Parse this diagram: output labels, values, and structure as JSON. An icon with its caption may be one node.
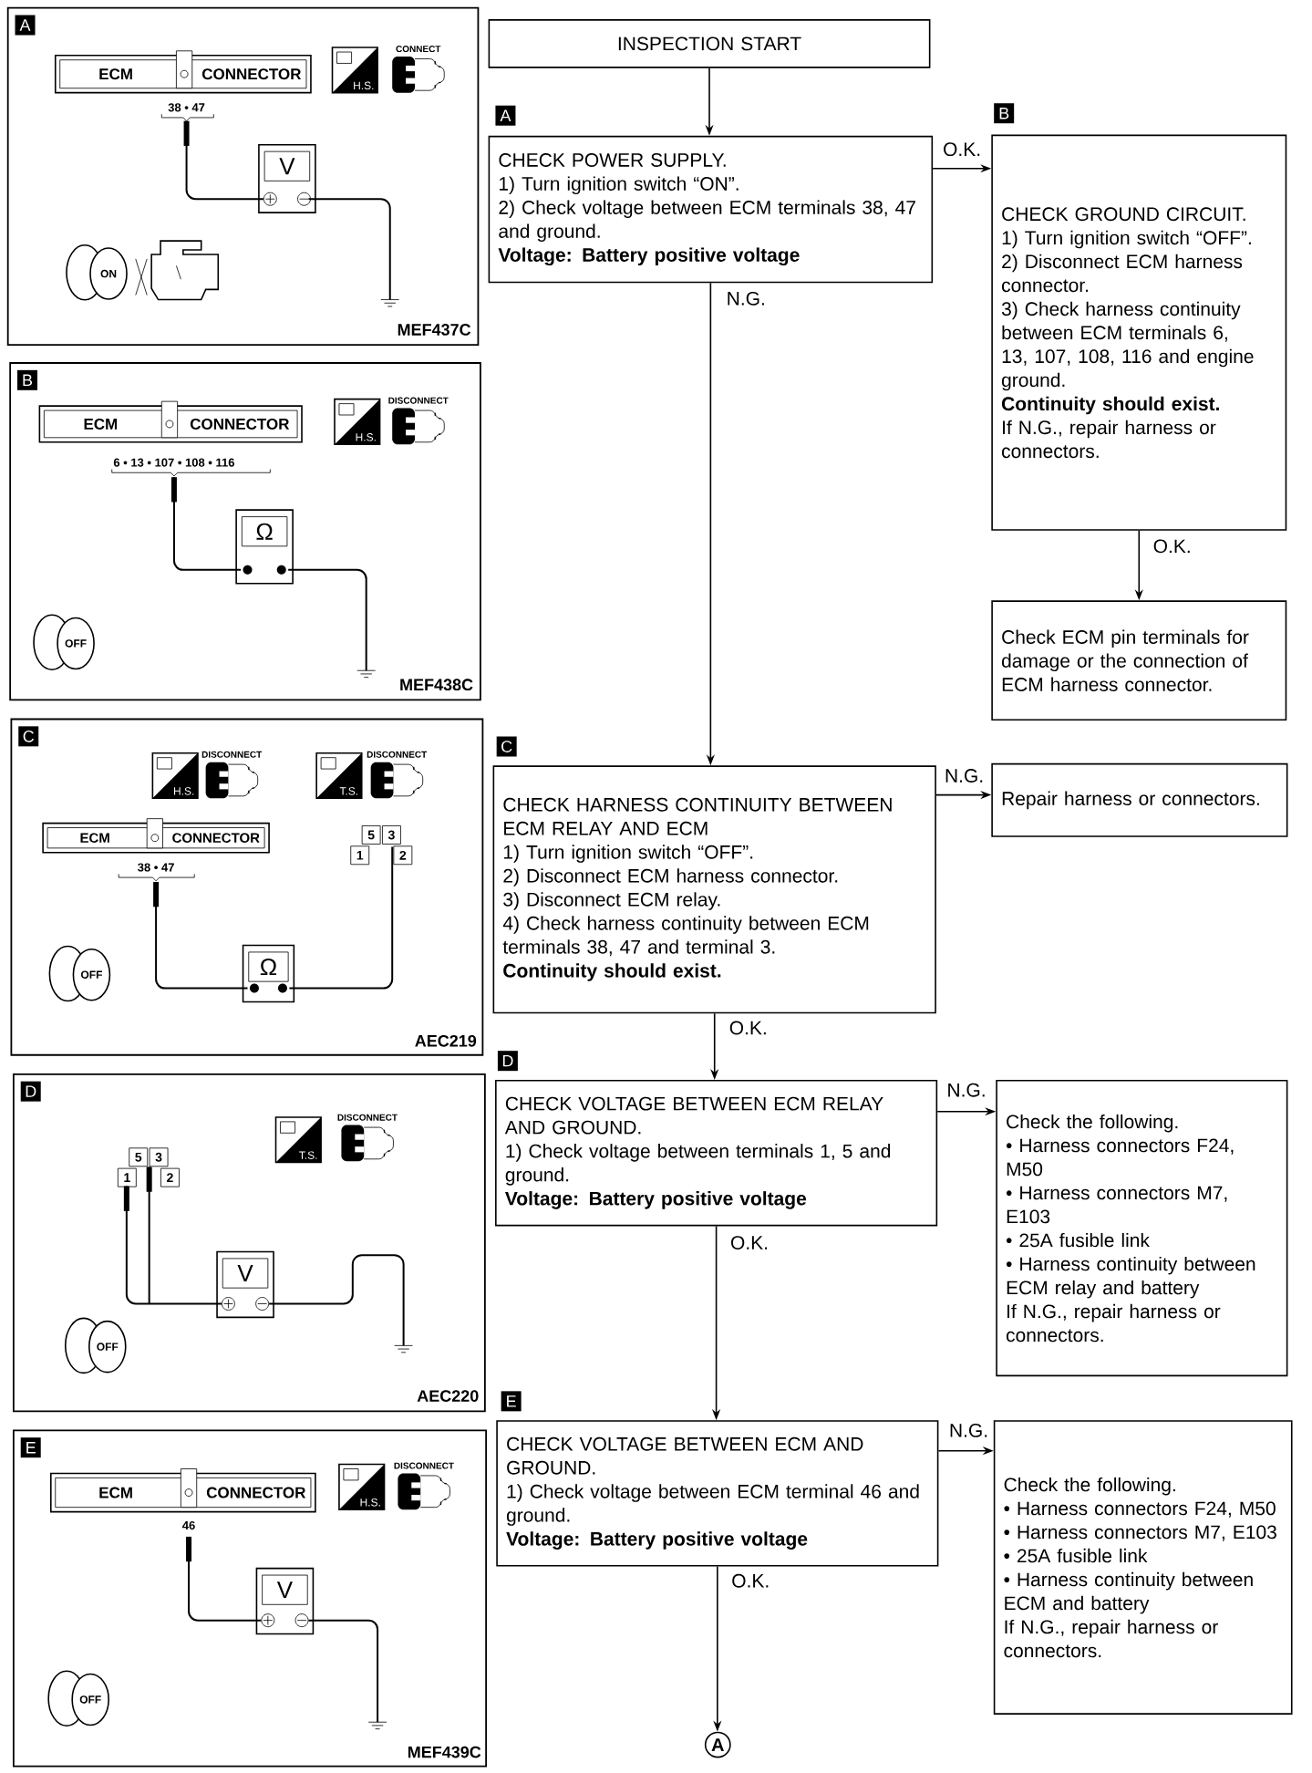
{
  "diagram": {
    "nodes": [
      {
        "text": [
          "INSPECTION START"
        ]
      },
      {
        "text": [
          "CHECK POWER SUPPLY.",
          "1) Turn ignition switch “ON”.",
          "2) Check voltage between ECM terminals 38, 47 and ground.",
          "**Voltage: Battery positive voltage**"
        ],
        "beside": [
          "A"
        ]
      },
      {
        "text": [
          "CHECK GROUND CIRCUIT.",
          "1) Turn ignition switch “OFF”.",
          "2) Disconnect ECM harness connector.",
          "3) Check harness continuity between ECM terminals 6, 13, 107, 108, 116 and engine ground.",
          "**Continuity should exist.**",
          "If N.G., repair harness or connectors."
        ],
        "beside": [
          "B"
        ]
      },
      {
        "text": [
          "Check ECM pin terminals for damage or the connection of ECM harness connector."
        ]
      },
      {
        "text": [
          "CHECK HARNESS CONTINUITY BETWEEN ECM RELAY AND ECM",
          "1) Turn ignition switch “OFF”.",
          "2) Disconnect ECM harness connector.",
          "3) Disconnect ECM relay.",
          "4) Check harness continuity between ECM terminals 38, 47 and terminal 3.",
          "**Continuity should exist.**"
        ],
        "beside": [
          "C"
        ]
      },
      {
        "text": [
          "Repair harness or connectors."
        ]
      },
      {
        "text": [
          "CHECK VOLTAGE BETWEEN ECM RELAY AND GROUND.",
          "1) Check voltage between terminals 1, 5 and ground.",
          "**Voltage: Battery positive voltage**"
        ],
        "beside": [
          "D"
        ]
      },
      {
        "text": [
          "Check the following.",
          "• Harness connectors F24, M50",
          "• Harness connectors M7, E103",
          "• 25A fusible link",
          "• Harness continuity between ECM relay and battery",
          "If N.G., repair harness or connectors."
        ]
      },
      {
        "text": [
          "CHECK VOLTAGE BETWEEN ECM AND GROUND.",
          "1) Check voltage between ECM terminal 46 and ground.",
          "**Voltage: Battery positive voltage**"
        ],
        "beside": [
          "E"
        ]
      },
      {
        "text": [
          "Check the following.",
          "• Harness connectors F24, M50",
          "• Harness connectors M7, E103",
          "• 25A fusible link",
          "• Harness continuity between ECM and battery",
          "If N.G., repair harness or connectors."
        ]
      },
      {
        "text": [
          "A"
        ]
      }
    ],
    "edges": [
      {
        "from": 0,
        "to": 1,
        "arrow": "to"
      },
      {
        "from": 1,
        "to": 2,
        "arrow": "to",
        "label": "O.K."
      },
      {
        "from": 1,
        "to": 4,
        "arrow": "to",
        "label": "N.G."
      },
      {
        "from": 2,
        "to": 3,
        "arrow": "to",
        "label": "O.K."
      },
      {
        "from": 4,
        "to": 5,
        "arrow": "to",
        "label": "N.G."
      },
      {
        "from": 4,
        "to": 6,
        "arrow": "to",
        "label": "O.K."
      },
      {
        "from": 6,
        "to": 7,
        "arrow": "to",
        "label": "N.G."
      },
      {
        "from": 6,
        "to": 8,
        "arrow": "to",
        "label": "O.K."
      },
      {
        "from": 8,
        "to": 9,
        "arrow": "to",
        "label": "N.G."
      },
      {
        "from": 8,
        "to": 10,
        "arrow": "to",
        "label": "O.K."
      }
    ],
    "labels": [
      "A",
      "ECM",
      "CONNECTOR",
      "H.S.",
      "CONNECT",
      "38 • 47",
      "V",
      "ON",
      "MEF437C",
      "B",
      "ECM",
      "CONNECTOR",
      "H.S.",
      "DISCONNECT",
      "6 • 13 • 107 • 108 • 116",
      "Ω",
      "OFF",
      "MEF438C",
      "C",
      "H.S.",
      "DISCONNECT",
      "T.S.",
      "DISCONNECT",
      "ECM",
      "CONNECTOR",
      "5",
      "3",
      "1",
      "2",
      "38 • 47",
      "Ω",
      "OFF",
      "AEC219",
      "D",
      "T.S.",
      "DISCONNECT",
      "5",
      "3",
      "1",
      "2",
      "V",
      "OFF",
      "AEC220",
      "E",
      "ECM",
      "CONNECTOR",
      "H.S.",
      "DISCONNECT",
      "46",
      "V",
      "OFF",
      "MEF439C"
    ]
  }
}
